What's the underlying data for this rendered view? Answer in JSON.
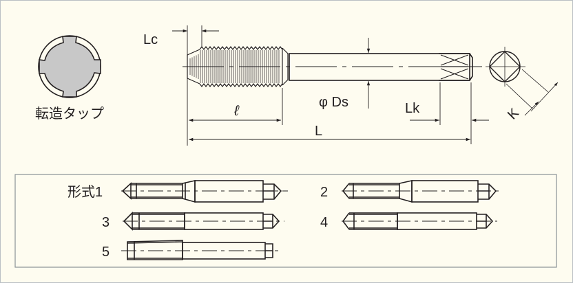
{
  "colors": {
    "background": "#fefcf0",
    "border": "#b9bfc4",
    "line": "#231f20",
    "cross_section_fill": "#c8c8c8"
  },
  "cross_section": {
    "caption": "転造タップ"
  },
  "dimensions": {
    "lc": "Lc",
    "thread_length": "ℓ",
    "total_length": "L",
    "shank_diameter": "φ Ds",
    "square_length": "Lk",
    "square_size": "K"
  },
  "types": {
    "type1": "形式1",
    "type2": "2",
    "type3": "3",
    "type4": "4",
    "type5": "5"
  }
}
